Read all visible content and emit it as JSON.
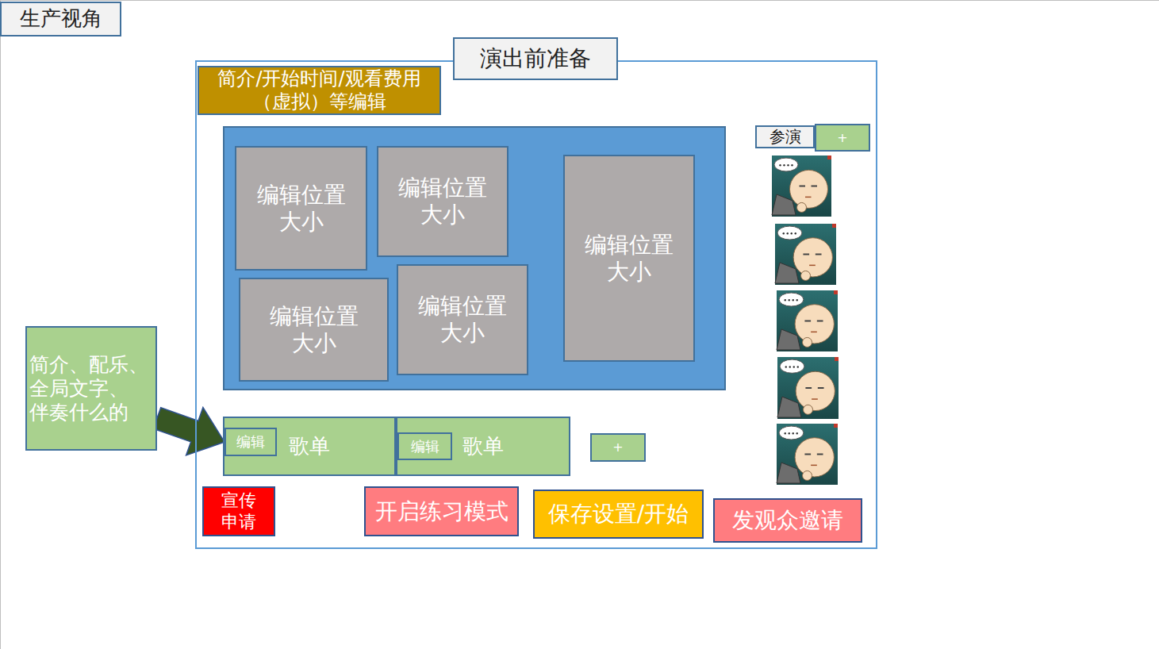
{
  "diagram": {
    "nodes": [
      {
        "text": [
          "生产视角"
        ]
      },
      {
        "text": [
          "演出前准备"
        ]
      },
      {
        "text": [
          "简介/开始时间/观看费用 （虚拟）等编辑"
        ],
        "in": 1
      },
      {
        "text": [
          "编辑位置 大小"
        ],
        "in": 1
      },
      {
        "text": [
          "编辑位置 大小"
        ],
        "in": 1
      },
      {
        "text": [
          "编辑位置 大小"
        ],
        "in": 1
      },
      {
        "text": [
          "编辑位置 大小"
        ],
        "in": 1
      },
      {
        "text": [
          "编辑位置 大小"
        ],
        "in": 1
      },
      {
        "text": [
          "参演"
        ],
        "in": 1
      },
      {
        "text": [
          "+"
        ],
        "in": 1
      },
      {
        "text": [
          "歌单"
        ],
        "in": 1
      },
      {
        "text": [
          "编辑"
        ],
        "in": 10
      },
      {
        "text": [
          "歌单"
        ],
        "in": 1
      },
      {
        "text": [
          "编辑"
        ],
        "in": 12
      },
      {
        "text": [
          "+"
        ],
        "in": 1
      },
      {
        "text": [
          "宣传 申请"
        ],
        "in": 1
      },
      {
        "text": [
          "开启练习模式"
        ],
        "in": 1
      },
      {
        "text": [
          "保存设置/开始"
        ],
        "in": 1
      },
      {
        "text": [
          "发观众邀请"
        ],
        "in": 1
      },
      {
        "text": [
          "简介、配乐、 全局文字、 伴奏什么的"
        ]
      }
    ],
    "edges": [
      {
        "from": 19,
        "to": 11,
        "arrow": "to"
      }
    ]
  }
}
